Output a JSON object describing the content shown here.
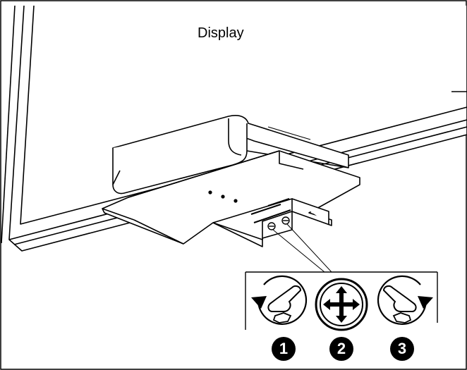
{
  "display_label": "Display",
  "steps": [
    {
      "number": "1",
      "icon": "loosen-screw-icon"
    },
    {
      "number": "2",
      "icon": "adjust-position-icon"
    },
    {
      "number": "3",
      "icon": "tighten-screw-icon"
    }
  ]
}
